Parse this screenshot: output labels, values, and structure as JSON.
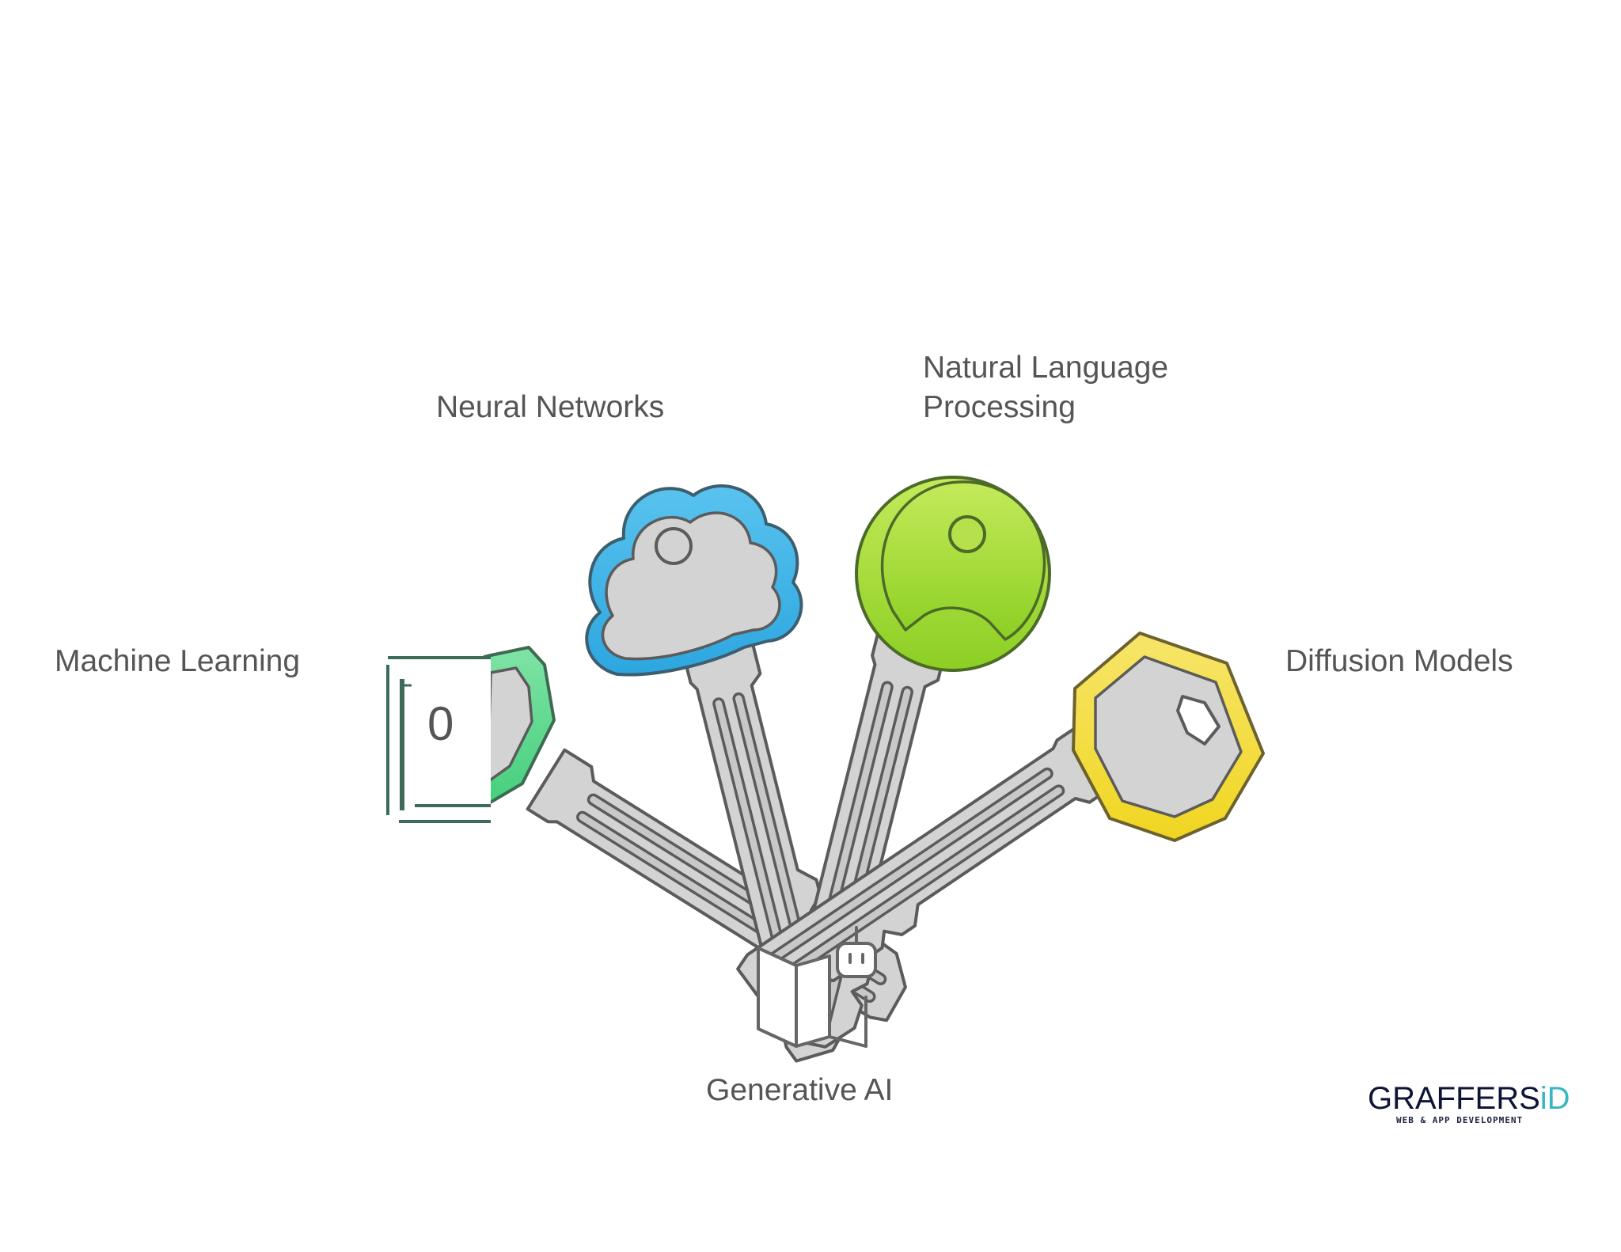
{
  "labels": {
    "machine_learning": "Machine Learning",
    "neural_networks": "Neural Networks",
    "nlp_line1": "Natural Language",
    "nlp_line2": "Processing",
    "diffusion_models": "Diffusion Models",
    "generative_ai": "Generative AI"
  },
  "box_value": "0",
  "logo": {
    "main": "GRAFFERS",
    "accent": "iD",
    "tagline": "WEB & APP DEVELOPMENT"
  },
  "colors": {
    "key_blade": "#d3d3d3",
    "key_outline": "#5b5b5b",
    "green_bow": "#5ed88f",
    "blue_bow": "#3fb3e6",
    "lime_bow": "#a8dc3c",
    "yellow_bow": "#f2dd35",
    "label_text": "#555555",
    "logo_dark": "#0d1436",
    "logo_accent": "#38b6c4"
  },
  "icons": [
    "map-icon",
    "robot-icon"
  ]
}
